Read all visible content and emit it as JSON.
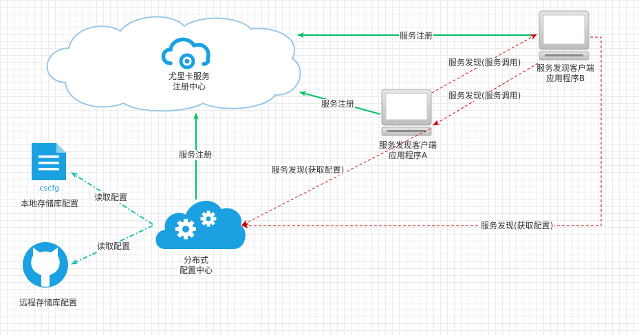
{
  "eureka": {
    "line1": "尤里卡服务",
    "line2": "注册中心"
  },
  "config_center": {
    "line1": "分布式",
    "line2": "配置中心"
  },
  "client_a": {
    "line1": "服务发现客户端",
    "line2": "应用程序A"
  },
  "client_b": {
    "line1": "服务发现客户端",
    "line2": "应用程序B"
  },
  "local_store": {
    "ext": ".cscfg",
    "label": "本地存储库配置"
  },
  "remote_store": {
    "label": "远程存储库配置"
  },
  "edges": {
    "b_register": "服务注册",
    "a_register": "服务注册",
    "config_register": "服务注册",
    "b_discovery_1": "服务发现(服务调用)",
    "b_discovery_2": "服务发现(服务调用)",
    "a_get_config": "服务发现(获取配置)",
    "b_get_config": "服务发现(获取配置)",
    "read_local": "读取配置",
    "read_remote": "读取配置"
  },
  "colors": {
    "register": "#00c060",
    "discovery": "#cc0000",
    "read_config": "#20c0b0",
    "cloud_stroke": "#99c7e8",
    "icon_blue": "#1ba1e2"
  },
  "icons": [
    "cloud-service-icon",
    "cloud-gear-icon",
    "computer-icon",
    "document-icon",
    "github-octocat-icon"
  ]
}
